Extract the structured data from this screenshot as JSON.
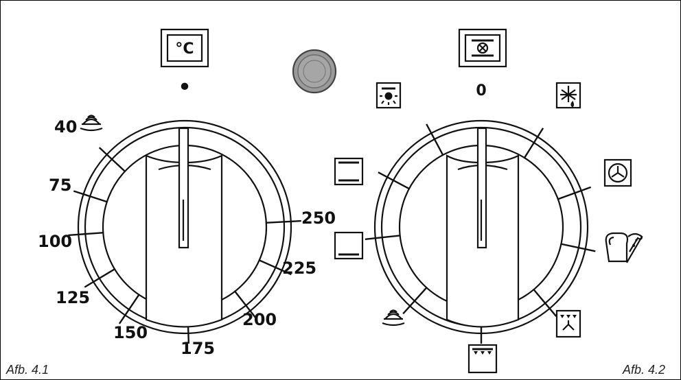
{
  "thermostat": {
    "symbol": "°C",
    "scale": [
      {
        "value": "40",
        "angle": -47
      },
      {
        "value": "75",
        "angle": -72
      },
      {
        "value": "100",
        "angle": -94
      },
      {
        "value": "125",
        "angle": -121
      },
      {
        "value": "150",
        "angle": -146
      },
      {
        "value": "175",
        "angle": 178
      },
      {
        "value": "200",
        "angle": 142
      },
      {
        "value": "225",
        "angle": 114
      },
      {
        "value": "250",
        "angle": 87
      }
    ],
    "caption": "Afb. 4.1"
  },
  "function_selector": {
    "off_label": "0",
    "positions": [
      {
        "icon": "oven-lamp-icon",
        "angle": -28
      },
      {
        "icon": "defrost-icon",
        "angle": 32
      },
      {
        "icon": "top-bottom-heat-icon",
        "angle": -62
      },
      {
        "icon": "hot-air-fan-icon",
        "angle": 70
      },
      {
        "icon": "bottom-heat-icon",
        "angle": -96
      },
      {
        "icon": "toast-pizza-icon",
        "angle": 102
      },
      {
        "icon": "bread-warm-icon",
        "angle": -138
      },
      {
        "icon": "grill-fan-icon",
        "angle": 140
      },
      {
        "icon": "grill-icon",
        "angle": 180
      }
    ],
    "caption": "Afb. 4.2"
  },
  "indicator_dot": "•",
  "pilot_lamp": "pilot-lamp-icon"
}
